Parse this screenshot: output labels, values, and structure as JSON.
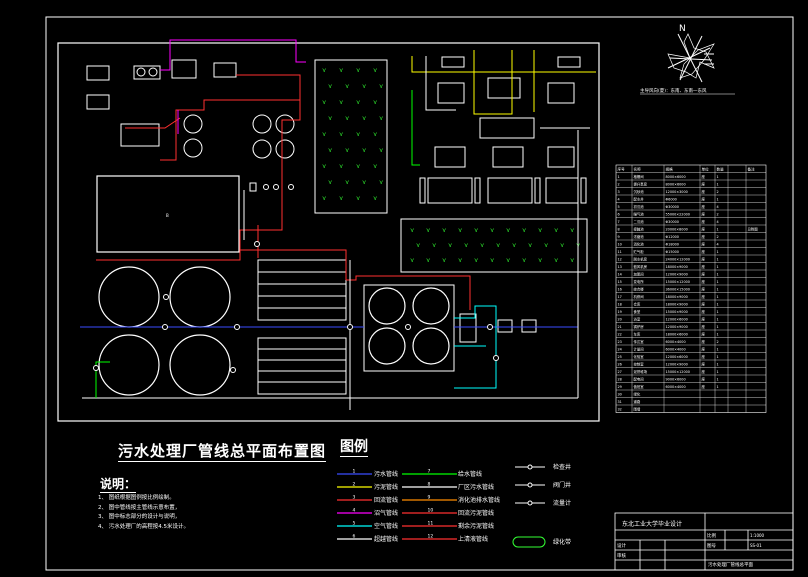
{
  "drawing": {
    "title": "污水处理厂管线总平面布置图",
    "legend_title": "图例",
    "notes_title": "说明："
  },
  "notes": [
    "1、 图纸根据图例按比例绘制。",
    "2、 图中管线按主管线示意布置，",
    "3、 图中标志部分的设计与说明，",
    "4、 污水处理厂的高程按4.5米设计。"
  ],
  "legend_left": [
    {
      "num": "1",
      "label": "污水管线",
      "color": "#3a4cff"
    },
    {
      "num": "2",
      "label": "污泥管线",
      "color": "#ffff00"
    },
    {
      "num": "3",
      "label": "回流管线",
      "color": "#ff3030"
    },
    {
      "num": "4",
      "label": "沼气管线",
      "color": "#ff00ff"
    },
    {
      "num": "5",
      "label": "空气管线",
      "color": "#00ffff"
    },
    {
      "num": "6",
      "label": "超越管线",
      "color": "#ffffff"
    }
  ],
  "legend_mid": [
    {
      "num": "7",
      "label": "给水管线",
      "color": "#00ff00"
    },
    {
      "num": "8",
      "label": "厂区污水管线",
      "color": "#ffffff"
    },
    {
      "num": "9",
      "label": "消化池排水管线",
      "color": "#ff8c00"
    },
    {
      "num": "10",
      "label": "回流污泥管线",
      "color": "#ff3030"
    },
    {
      "num": "11",
      "label": "剩余污泥管线",
      "color": "#ff3030"
    },
    {
      "num": "12",
      "label": "上清液管线",
      "color": "#ff3030"
    }
  ],
  "legend_right": [
    {
      "label": "检查井"
    },
    {
      "label": "阀门井"
    },
    {
      "label": "流量计"
    },
    {
      "label": "绿化带"
    }
  ],
  "north": {
    "letter": "N",
    "caption": "主导风向(夏)：东南、东南一东风"
  },
  "equipment_table": {
    "headers": [
      "序号",
      "名称",
      "规格",
      "单位",
      "数量",
      "备注"
    ],
    "rows": [
      [
        "1",
        "格栅间",
        "8000×6000",
        "座",
        "1",
        ""
      ],
      [
        "2",
        "提升泵房",
        "8000×6000",
        "座",
        "1",
        ""
      ],
      [
        "3",
        "沉砂池",
        "12000×3000",
        "座",
        "2",
        ""
      ],
      [
        "4",
        "配水井",
        "Φ6000",
        "座",
        "1",
        ""
      ],
      [
        "5",
        "初沉池",
        "Φ30000",
        "座",
        "4",
        ""
      ],
      [
        "6",
        "曝气池",
        "55000×22000",
        "座",
        "2",
        ""
      ],
      [
        "7",
        "二沉池",
        "Φ30000",
        "座",
        "4",
        ""
      ],
      [
        "8",
        "接触池",
        "20000×8000",
        "座",
        "1",
        "见附图"
      ],
      [
        "9",
        "浓缩池",
        "Φ12000",
        "座",
        "2",
        ""
      ],
      [
        "10",
        "消化池",
        "Φ18000",
        "座",
        "4",
        ""
      ],
      [
        "11",
        "贮气柜",
        "Φ15000",
        "座",
        "1",
        ""
      ],
      [
        "12",
        "脱水机房",
        "24000×12000",
        "座",
        "1",
        ""
      ],
      [
        "13",
        "鼓风机房",
        "18000×9000",
        "座",
        "1",
        ""
      ],
      [
        "14",
        "加氯间",
        "12000×9000",
        "座",
        "1",
        ""
      ],
      [
        "15",
        "变电所",
        "15000×12000",
        "座",
        "1",
        ""
      ],
      [
        "16",
        "综合楼",
        "36000×15000",
        "座",
        "1",
        ""
      ],
      [
        "17",
        "机修间",
        "18000×9000",
        "座",
        "1",
        ""
      ],
      [
        "18",
        "仓库",
        "18000×9000",
        "座",
        "1",
        ""
      ],
      [
        "19",
        "食堂",
        "15000×9000",
        "座",
        "1",
        ""
      ],
      [
        "20",
        "浴室",
        "12000×6000",
        "座",
        "1",
        ""
      ],
      [
        "21",
        "锅炉房",
        "12000×9000",
        "座",
        "1",
        ""
      ],
      [
        "22",
        "车库",
        "18000×6000",
        "座",
        "1",
        ""
      ],
      [
        "23",
        "传达室",
        "6000×4000",
        "座",
        "2",
        ""
      ],
      [
        "24",
        "计量间",
        "6000×4000",
        "座",
        "1",
        ""
      ],
      [
        "25",
        "化验室",
        "12000×6000",
        "座",
        "1",
        ""
      ],
      [
        "26",
        "控制室",
        "12000×9000",
        "座",
        "1",
        ""
      ],
      [
        "27",
        "泥饼堆场",
        "15000×12000",
        "座",
        "1",
        ""
      ],
      [
        "28",
        "配电间",
        "9000×6000",
        "座",
        "1",
        ""
      ],
      [
        "29",
        "值班室",
        "6000×4000",
        "座",
        "1",
        ""
      ],
      [
        "30",
        "绿化",
        "",
        "",
        "",
        ""
      ],
      [
        "31",
        "道路",
        "",
        "",
        "",
        ""
      ],
      [
        "32",
        "围墙",
        "",
        "",
        "",
        ""
      ]
    ]
  },
  "title_block": {
    "school": "东北工业大学毕业设计",
    "drawing_name": "污水处理厂管线总平面",
    "scale_label": "比例",
    "scale": "1:1000",
    "sheet_label": "图号",
    "sheet": "SS-01",
    "design_label": "设计",
    "check_label": "审核"
  }
}
